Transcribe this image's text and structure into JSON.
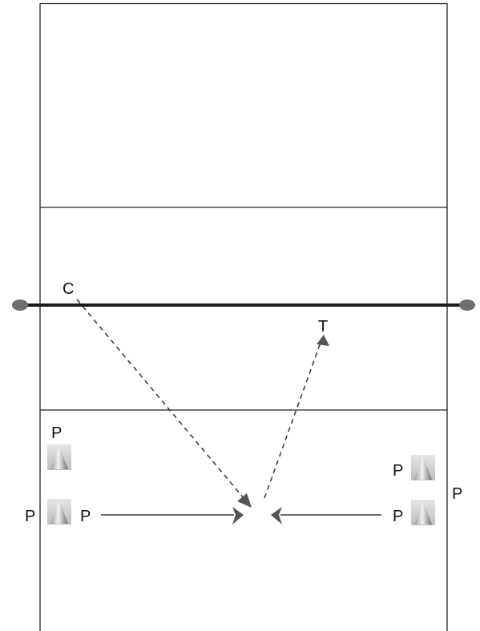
{
  "labels": {
    "coach": "C",
    "target": "T",
    "player": "P"
  },
  "colors": {
    "court_line": "#222222",
    "net": "#1a1a1a",
    "net_post": "#6e6e6e",
    "pass_arrow": "#333333",
    "run_arrow": "#111111",
    "arrowhead": "#555555",
    "cone_light": "#f0f0f0",
    "cone_dark": "#7a7a7a"
  },
  "icons": {
    "cone": "cone-icon",
    "net_post": "net-post-icon"
  }
}
